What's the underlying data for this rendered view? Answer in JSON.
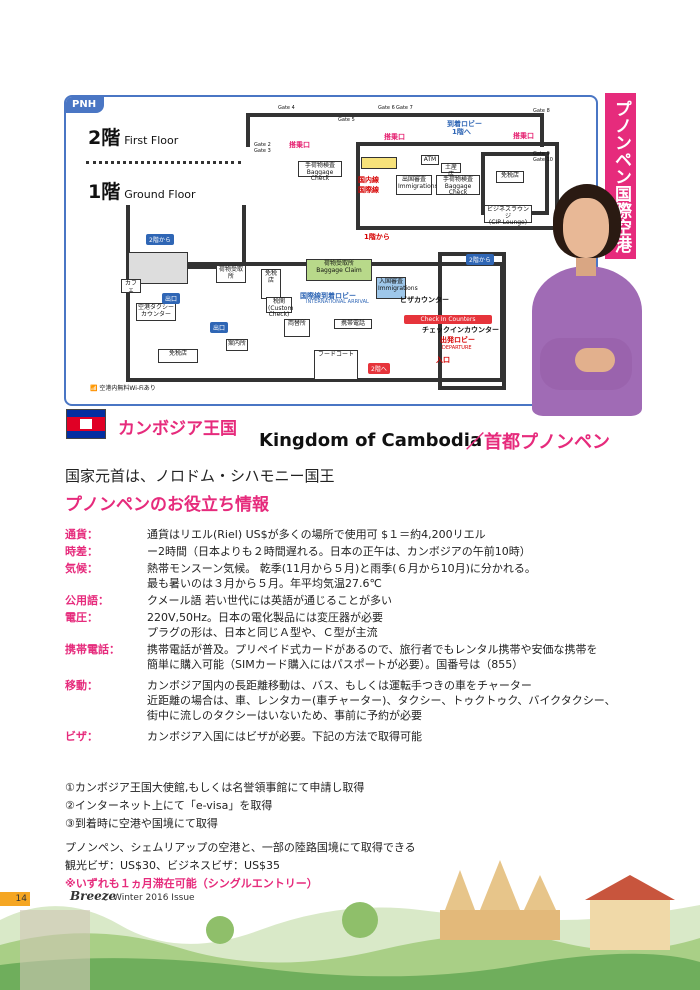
{
  "map": {
    "badge": "PNH",
    "floor2": {
      "num": "2階",
      "name": "First Floor"
    },
    "floor1": {
      "num": "1階",
      "name": "Ground Floor"
    },
    "gates": [
      "Gate 4",
      "Gate 5",
      "Gate 6",
      "Gate 7",
      "Gate 8",
      "Gate 2",
      "Gate 3",
      "Gate 1",
      "Gate 9",
      "Gate 10"
    ],
    "labels": {
      "boarding1": "搭乗口",
      "boarding2": "搭乗口",
      "boarding3": "搭乗口",
      "arrival_lobby_up": "到着ロビー",
      "to_1f": "1階へ",
      "baggage_check": "手荷物検査",
      "baggage_check_en": "Baggage Check",
      "baggage_check2": "手荷物検査",
      "baggage_check2_en": "Baggage Check",
      "domestic": "国内線",
      "international": "国際線",
      "departure_exam": "出国審査",
      "departure_exam_en": "Immigrations",
      "atm": "ATM",
      "souvenir": "土産店",
      "duty_free": "免税店",
      "lounge": "ビジネスラウンジ",
      "lounge_en": "(CIP Lounge)",
      "to_1f_down": "1階から",
      "to_2f_a": "2階から",
      "to_2f_b": "2階から",
      "baggage_claim": "荷物受取所",
      "baggage_claim2": "荷物受取所",
      "baggage_claim_en": "Baggage Claim",
      "intl_arrival": "国際線到着ロビー",
      "intl_arrival_en": "INTERNATIONAL ARRIVAL",
      "immigration": "入国審査",
      "immigration_en": "Immigrations",
      "visa": "ビザカウンター",
      "customs": "税関",
      "customs_en": "(Custom Check)",
      "duty_free2": "免税店",
      "cafe": "カフェ",
      "taxi": "空港タクシーカウンター",
      "exit1": "出口",
      "exit2": "出口",
      "info": "案内所",
      "checkin_en": "Check In Counters",
      "checkin": "チェックインカウンター",
      "departure_lobby": "出発ロビー",
      "departure_en": "DEPARTURE",
      "entrance": "入口",
      "to_2f_up": "2階へ",
      "food_court": "フードコート",
      "shop": "免税店",
      "currency": "両替所",
      "telecom": "携帯電話"
    },
    "wifi": "空港内無料Wi-Fiあり"
  },
  "banner": "プノンペン国際空港",
  "title": {
    "jp": "カンボジア王国",
    "en": "Kingdom of Cambodia",
    "capital": "／首都プノンペン"
  },
  "head_of_state": "国家元首は、ノロドム・シハモニー国王",
  "info_title": "プノンペンのお役立ち情報",
  "info": [
    {
      "label": "通貨：",
      "lines": [
        "通貨はリエル(Riel)  US$が多くの場所で使用可  $１＝約4,200リエル"
      ]
    },
    {
      "label": "時差：",
      "lines": [
        "ー2時間（日本よりも２時間遅れる。日本の正午は、カンボジアの午前10時）"
      ]
    },
    {
      "label": "気候：",
      "lines": [
        "熱帯モンスーン気候。 乾季(11月から５月)と雨季(６月から10月)に分かれる。",
        "最も暑いのは３月から５月。年平均気温27.6℃"
      ]
    },
    {
      "label": "公用語：",
      "lines": [
        "クメール語 若い世代には英語が通じることが多い"
      ]
    },
    {
      "label": "電圧：",
      "lines": [
        "220V,50Hz。日本の電化製品には変圧器が必要",
        "プラグの形は、日本と同じＡ型や、Ｃ型が主流"
      ]
    },
    {
      "label": "携帯電話：",
      "lines": [
        "携帯電話が普及。プリペイド式カードがあるので、旅行者でもレンタル携帯や安価な携帯を",
        "簡単に購入可能（SIMカード購入にはパスポートが必要）。国番号は（855）"
      ]
    },
    {
      "label": "移動：",
      "lines": [
        "カンボジア国内の長距離移動は、バス、もしくは運転手つきの車をチャーター",
        "近距離の場合は、車、レンタカー(車チャーター)、タクシー、トゥクトゥク、バイクタクシー、",
        "街中に流しのタクシーはいないため、事前に予約が必要"
      ]
    },
    {
      "label": "ビザ：",
      "lines": [
        "カンボジア入国にはビザが必要。下記の方法で取得可能"
      ]
    }
  ],
  "steps": [
    "①カンボジア王国大使館,もしくは名誉領事館にて申請し取得",
    "②インターネット上にて「e-visa」を取得",
    "③到着時に空港や国境にて取得"
  ],
  "visa_note1": "プノンペン、シェムリアップの空港と、一部の陸路国境にて取得できる",
  "visa_note2": "観光ビザ：US$30、ビジネスビザ：US$35",
  "visa_note3": "※いずれも１ヵ月滞在可能（シングルエントリー）",
  "footer": {
    "page": "14",
    "brand": "Breeze",
    "issue": "Winter 2016 Issue"
  }
}
